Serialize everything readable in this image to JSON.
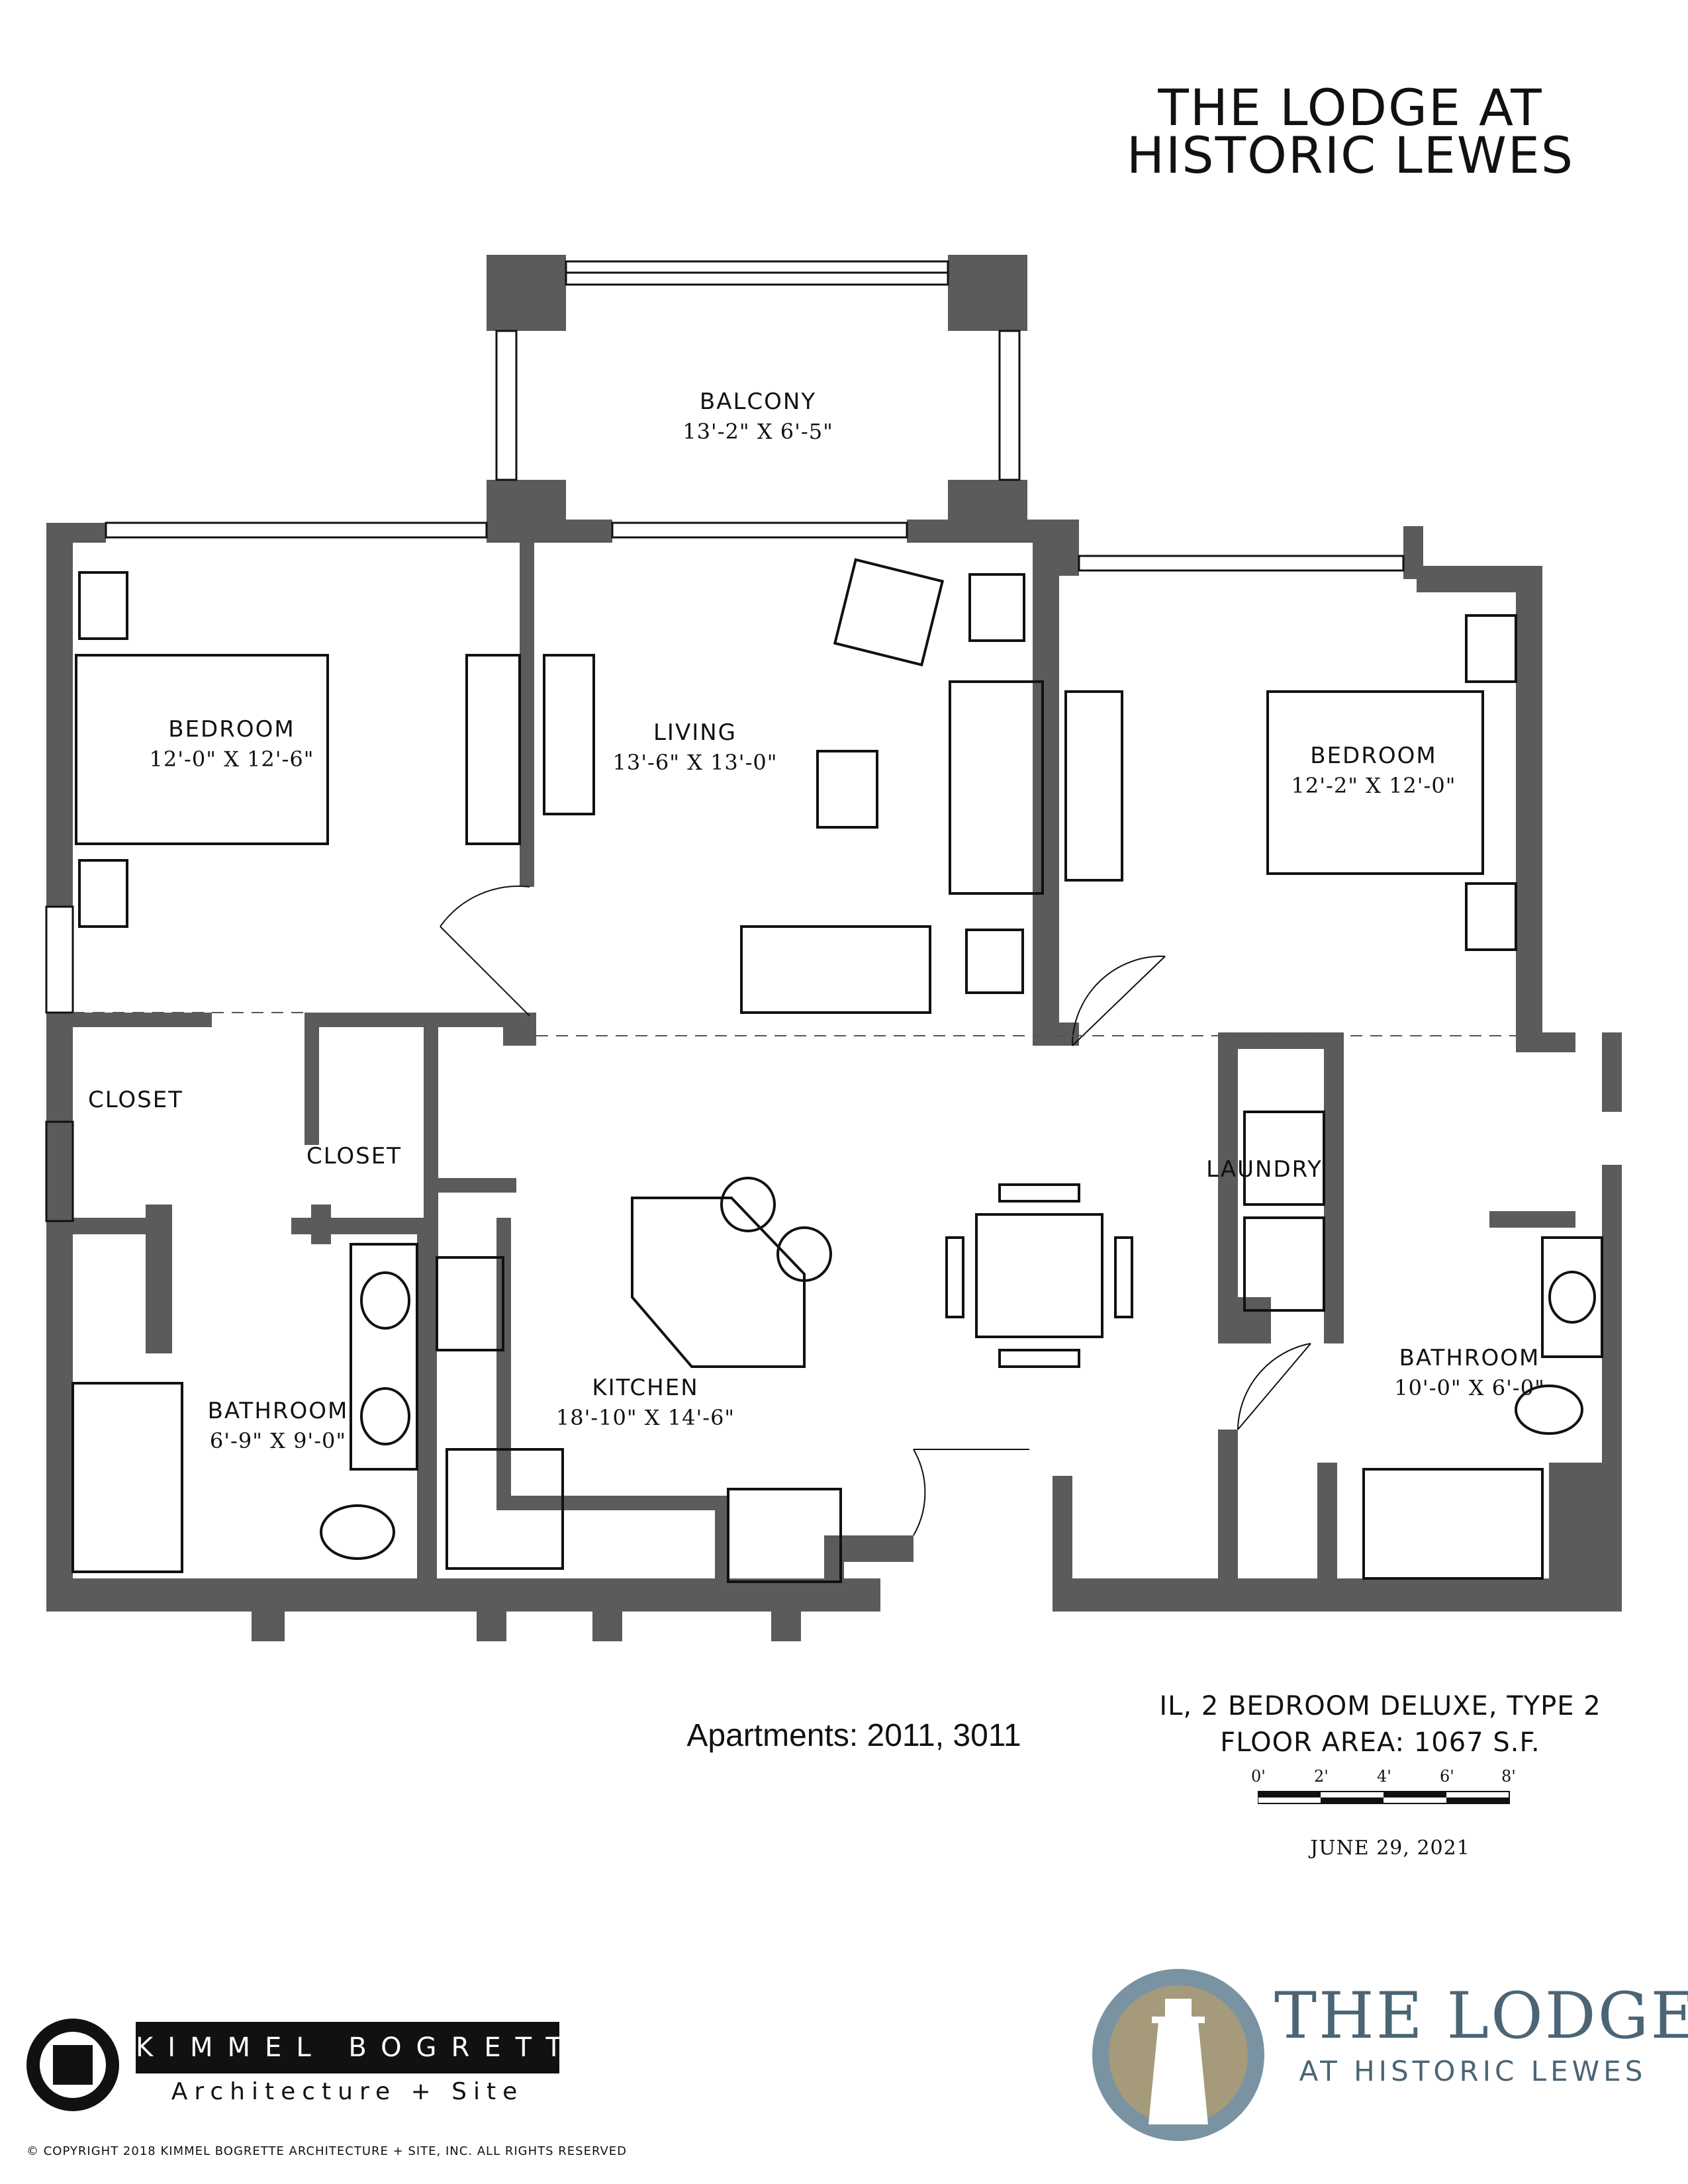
{
  "header": {
    "title_line1": "THE LODGE AT",
    "title_line2": "HISTORIC LEWES"
  },
  "rooms": {
    "balcony": {
      "name": "BALCONY",
      "dims": "13'-2\" X 6'-5\""
    },
    "bedroom_left": {
      "name": "BEDROOM",
      "dims": "12'-0\" X 12'-6\""
    },
    "living": {
      "name": "LIVING",
      "dims": "13'-6\" X 13'-0\""
    },
    "bedroom_right": {
      "name": "BEDROOM",
      "dims": "12'-2\" X 12'-0\""
    },
    "closet_1": {
      "name": "CLOSET"
    },
    "closet_2": {
      "name": "CLOSET"
    },
    "laundry": {
      "name": "LAUNDRY"
    },
    "bathroom_left": {
      "name": "BATHROOM",
      "dims": "6'-9\" X 9'-0\""
    },
    "kitchen": {
      "name": "KITCHEN",
      "dims": "18'-10\" X 14'-6\""
    },
    "bathroom_right": {
      "name": "BATHROOM",
      "dims": "10'-0\" X 6'-0\""
    }
  },
  "info": {
    "apartments": "Apartments: 2011, 3011",
    "unit_type": "IL, 2 BEDROOM DELUXE, TYPE 2",
    "floor_area": "FLOOR AREA: 1067 S.F.",
    "scale_ticks": [
      "0'",
      "2'",
      "4'",
      "6'",
      "8'"
    ],
    "date": "JUNE 29, 2021"
  },
  "architect": {
    "name": "KIMMEL BOGRETTE",
    "subtitle": "Architecture + Site",
    "copyright": "© COPYRIGHT 2018 KIMMEL BOGRETTE ARCHITECTURE + SITE, INC. ALL RIGHTS RESERVED"
  },
  "logo": {
    "line1": "THE LODGE",
    "line2": "AT HISTORIC LEWES",
    "color": "#4b6576",
    "accent": "#c9a35a"
  },
  "colors": {
    "wall": "#5b5b5b",
    "line": "#111111"
  }
}
